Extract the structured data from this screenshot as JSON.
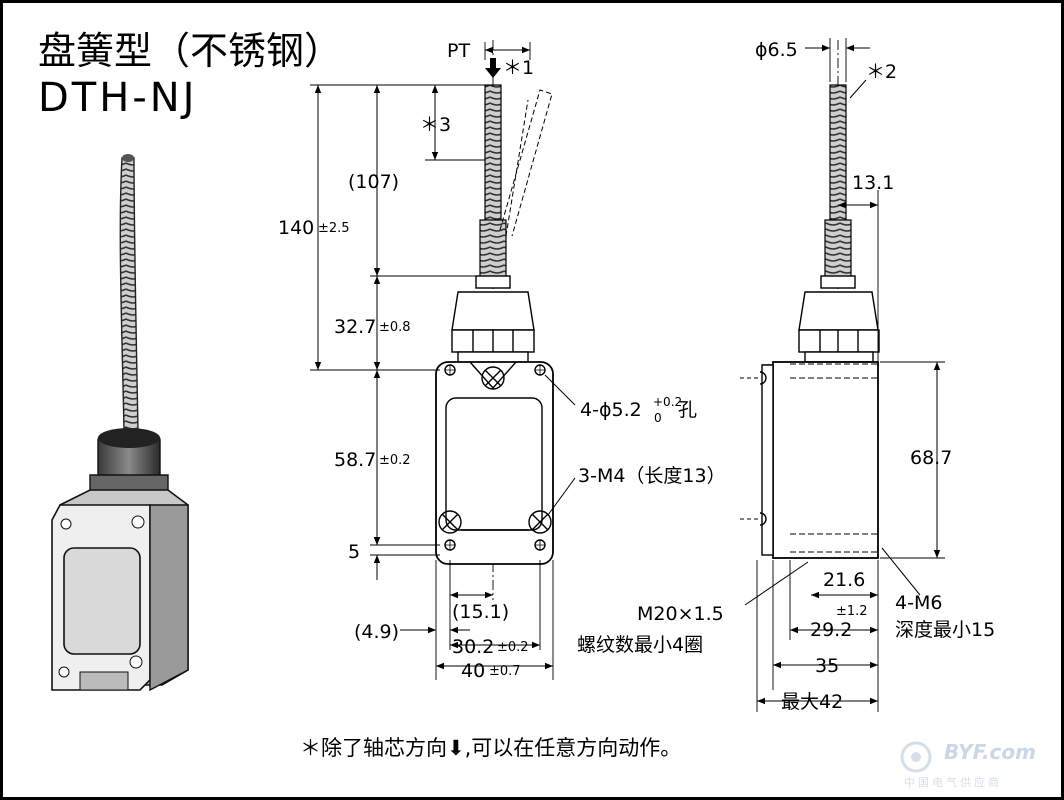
{
  "title": "盘簧型（不锈钢）",
  "model": "DTH-NJ",
  "footnote": "＊除了轴芯方向⬇,可以在任意方向动作。",
  "watermark": {
    "brand": "BYF.com",
    "sub": "中国电气供应商"
  },
  "front_view": {
    "pt_label": "PT",
    "star1": "＊1",
    "star3": "＊3",
    "dim_107": "(107)",
    "dim_140": "140",
    "tol_140": "±2.5",
    "dim_32_7": "32.7",
    "tol_32_7": "±0.8",
    "dim_58_7": "58.7",
    "tol_58_7": "±0.2",
    "dim_5": "5",
    "dim_4_9": "(4.9)",
    "dim_15_1": "(15.1)",
    "dim_30_2": "30.2",
    "tol_30_2": "±0.2",
    "dim_40": "40",
    "tol_40": "±0.7",
    "hole_label": "4-ϕ5.2",
    "hole_tol_up": "+0.2",
    "hole_tol_down": "0",
    "hole_suffix": "孔",
    "screw_label": "3-M4（长度13）"
  },
  "side_view": {
    "phi_label": "ϕ6.5",
    "star2": "＊2",
    "dim_13_1": "13.1",
    "dim_68_7": "68.7",
    "dim_21_6": "21.6",
    "tol_1_2": "±1.2",
    "dim_29_2": "29.2",
    "dim_35": "35",
    "dim_42": "最大42",
    "m6_label": "4-M6",
    "m6_depth": "深度最小15",
    "m20_label": "M20×1.5",
    "m20_thread": "螺纹数最小4圈"
  }
}
